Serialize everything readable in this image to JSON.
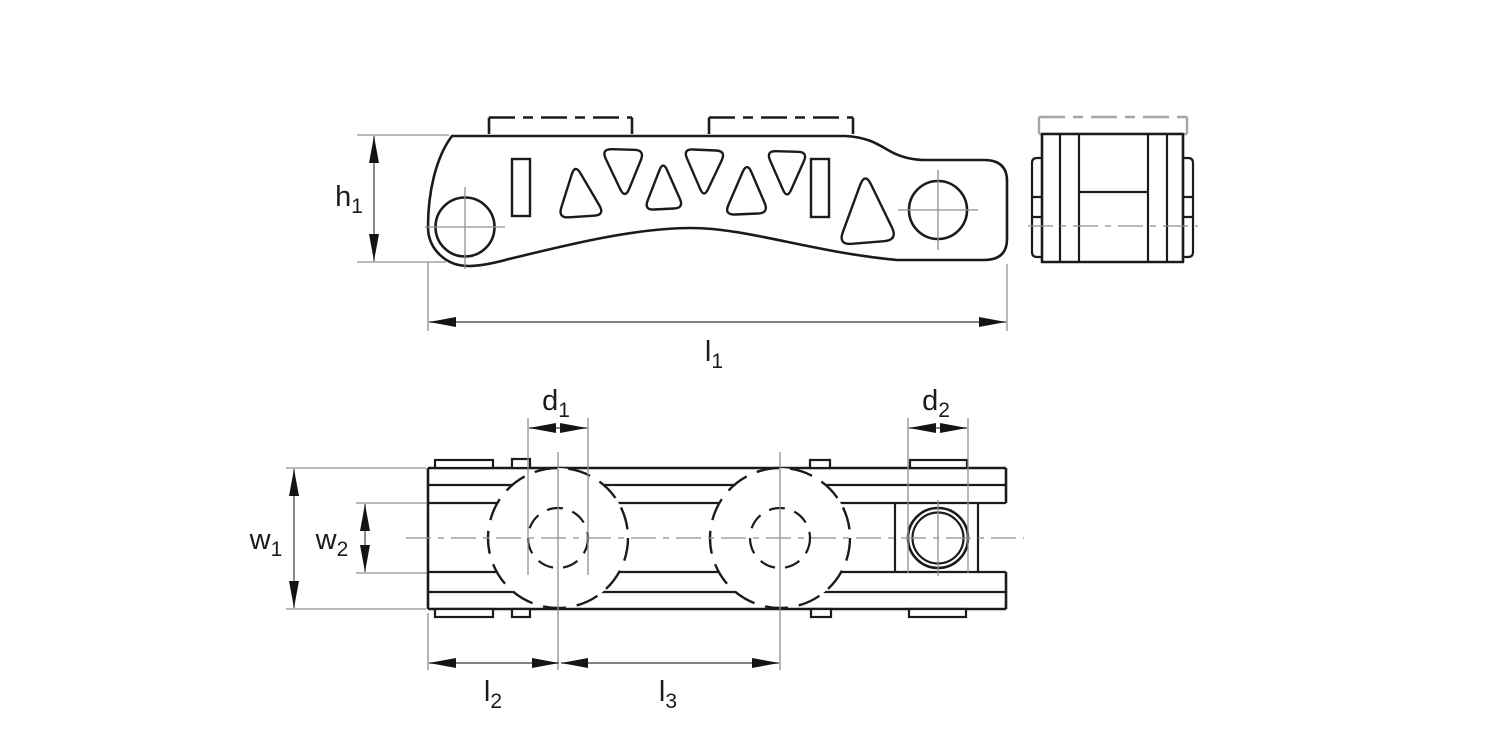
{
  "colors": {
    "background": "#ffffff",
    "line": "#1b1b1b",
    "thin_line": "#8f8f8f",
    "dimension_line": "#5a5a5a",
    "phantom_bar": "#a6a6a6"
  },
  "dimension_labels": {
    "h1": {
      "base": "h",
      "sub": "1"
    },
    "l1": {
      "base": "l",
      "sub": "1"
    },
    "d1": {
      "base": "d",
      "sub": "1"
    },
    "d2": {
      "base": "d",
      "sub": "2"
    },
    "w1": {
      "base": "w",
      "sub": "1"
    },
    "w2": {
      "base": "w",
      "sub": "2"
    },
    "l2": {
      "base": "l",
      "sub": "2"
    },
    "l3": {
      "base": "l",
      "sub": "3"
    }
  }
}
